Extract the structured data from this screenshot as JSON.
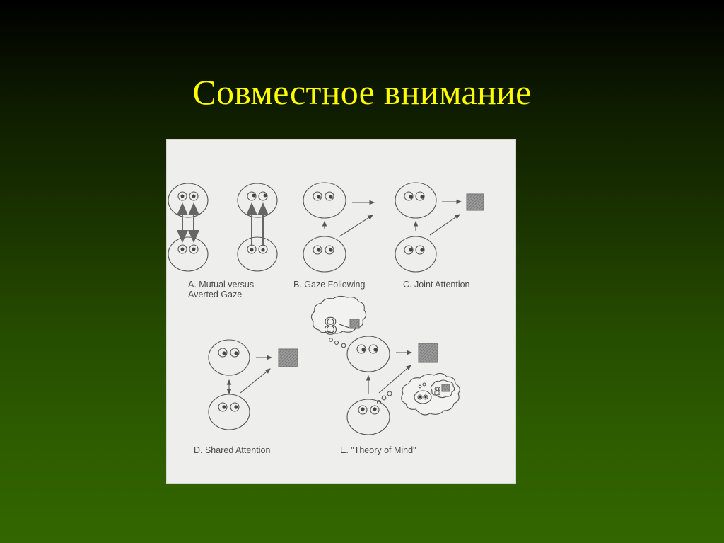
{
  "slide": {
    "title": "Совместное внимание",
    "title_color": "#ffff00",
    "background_gradient": [
      "#000000",
      "#1a3300",
      "#336600"
    ]
  },
  "figure": {
    "panels": [
      {
        "id": "A",
        "caption_line1": "A. Mutual versus",
        "caption_line2": "Averted Gaze"
      },
      {
        "id": "B",
        "caption": "B. Gaze Following"
      },
      {
        "id": "C",
        "caption": "C. Joint Attention"
      },
      {
        "id": "D",
        "caption": "D. Shared Attention"
      },
      {
        "id": "E",
        "caption": "E. \"Theory of Mind\""
      }
    ],
    "thought_bubble_glyph": "8"
  }
}
